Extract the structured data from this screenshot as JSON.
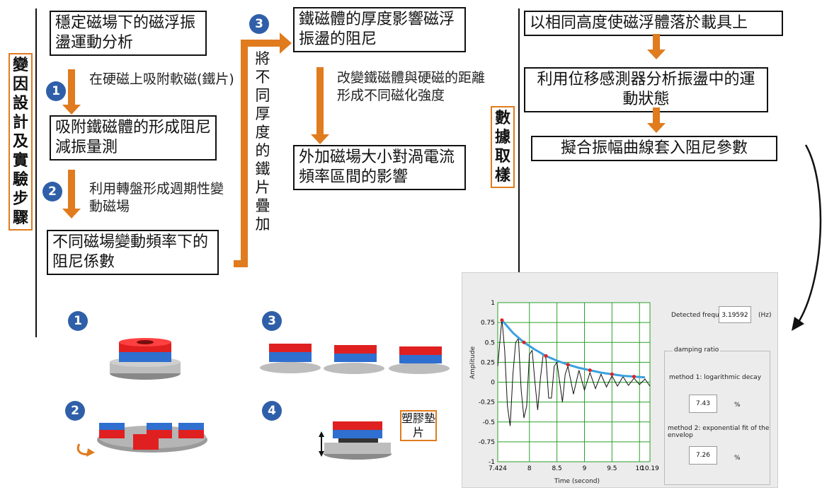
{
  "left_section": {
    "vertical_label": "變因設計及實驗步驟",
    "step_title_box": "穩定磁場下的磁浮振盪運動分析",
    "step1_note": "在硬磁上吸附軟磁(鐵片)",
    "step1_box": "吸附鐵磁體的形成阻尼減振量測",
    "step2_note": "利用轉盤形成週期性變動磁場",
    "step2_box": "不同磁場變動頻率下的阻尼係數",
    "vertical_arrow_text": "將不同厚度的鐵片疊加",
    "step3_box": "鐵磁體的厚度影響磁浮振盪的阻尼",
    "step3_note": "改變鐵磁體與硬磁的距離形成不同磁化強度",
    "step3_result_box": "外加磁場大小對渦電流頻率區間的影響"
  },
  "badges": {
    "b1": "1",
    "b2": "2",
    "b3": "3",
    "b4": "4"
  },
  "right_section": {
    "vertical_label": "數據取樣",
    "box1": "以相同高度使磁浮體落於載具上",
    "box2": "利用位移感測器分析振盪中的運動狀態",
    "box3": "擬合振幅曲線套入阻尼參數"
  },
  "illustration4_label": "塑膠墊片",
  "panel": {
    "detected_frequency_label": "Detected frequency",
    "detected_frequency_value": "3.19592",
    "frequency_unit": "(Hz)",
    "damping_ratio_label": "damping ratio",
    "method1_label": "method 1: logarithmic decay",
    "method1_value": "7.43",
    "method1_unit": "%",
    "method2_label": "method 2: exponential fit of the envelop",
    "method2_value": "7.26",
    "method2_unit": "%",
    "y_axis_label": "Amplitude",
    "x_axis_label": "Time (second)",
    "y_ticks": [
      "1",
      "0.75",
      "0.5",
      "0.25",
      "0",
      "-0.25",
      "-0.5",
      "-0.75",
      "-1"
    ],
    "x_ticks": [
      "7.424",
      "8",
      "8.5",
      "9",
      "9.5",
      "10",
      "10.19"
    ]
  },
  "chart_data": {
    "type": "line",
    "xlabel": "Time (second)",
    "ylabel": "Amplitude",
    "xlim": [
      7.424,
      10.19
    ],
    "ylim": [
      -1,
      1
    ],
    "series": [
      {
        "values_x": [
          7.424,
          7.5,
          7.55,
          7.6,
          7.65,
          7.7,
          7.75,
          7.8,
          7.85,
          7.9,
          7.95,
          8.0,
          8.05,
          8.1,
          8.15,
          8.2,
          8.25,
          8.3,
          8.35,
          8.4,
          8.45,
          8.5,
          8.55,
          8.6,
          8.65,
          8.7,
          8.8,
          8.9,
          9.0,
          9.1,
          9.2,
          9.3,
          9.4,
          9.5,
          9.6,
          9.7,
          9.8,
          9.9,
          10.0,
          10.1,
          10.19
        ],
        "values_y": [
          0.2,
          0.8,
          0.4,
          -0.3,
          -0.55,
          0.1,
          0.5,
          0.55,
          -0.1,
          -0.45,
          -0.3,
          0.35,
          0.4,
          0.0,
          -0.35,
          0.05,
          0.35,
          0.3,
          -0.2,
          -0.2,
          0.2,
          0.25,
          0.0,
          -0.25,
          0.1,
          0.2,
          -0.15,
          0.15,
          -0.1,
          0.12,
          -0.08,
          0.1,
          -0.06,
          0.08,
          -0.05,
          0.07,
          -0.04,
          0.05,
          -0.03,
          0.04,
          -0.05
        ]
      },
      {
        "values_x": [
          7.5,
          7.7,
          7.9,
          8.1,
          8.3,
          8.5,
          8.7,
          8.9,
          9.1,
          9.3,
          9.5,
          9.7,
          9.9,
          10.1
        ],
        "values_y": [
          0.78,
          0.62,
          0.5,
          0.41,
          0.33,
          0.27,
          0.22,
          0.18,
          0.15,
          0.12,
          0.1,
          0.08,
          0.07,
          0.06
        ]
      }
    ]
  }
}
